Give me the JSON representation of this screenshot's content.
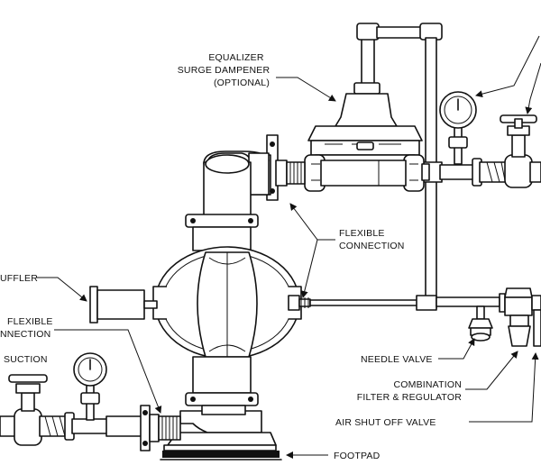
{
  "labels": {
    "equalizer_line1": "EQUALIZER",
    "equalizer_line2": "SURGE DAMPENER",
    "equalizer_line3": "(OPTIONAL)",
    "flexible_right_line1": "FLEXIBLE",
    "flexible_right_line2": "CONNECTION",
    "muffler": "UFFLER",
    "flexible_left_line1": "FLEXIBLE",
    "flexible_left_line2": "NNECTION",
    "suction": "SUCTION",
    "needle_valve": "NEEDLE VALVE",
    "combination_line1": "COMBINATION",
    "combination_line2": "FILTER & REGULATOR",
    "air_shut_off": "AIR SHUT OFF VALVE",
    "footpad": "FOOTPAD"
  },
  "colors": {
    "ink": "#111111",
    "background": "#ffffff"
  }
}
